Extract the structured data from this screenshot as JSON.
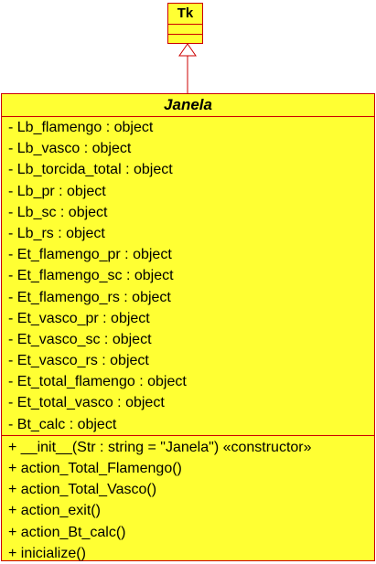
{
  "parent_class": {
    "name": "Tk"
  },
  "class": {
    "name": "Janela",
    "attributes": [
      "- Lb_flamengo : object",
      "- Lb_vasco : object",
      "- Lb_torcida_total : object",
      "- Lb_pr : object",
      "- Lb_sc : object",
      "- Lb_rs : object",
      "- Et_flamengo_pr : object",
      "- Et_flamengo_sc : object",
      "- Et_flamengo_rs : object",
      "- Et_vasco_pr : object",
      "- Et_vasco_sc : object",
      "- Et_vasco_rs : object",
      "- Et_total_flamengo : object",
      "- Et_total_vasco : object",
      "- Bt_calc : object"
    ],
    "operations": [
      "+ __init__(Str : string = \"Janela\") «constructor»",
      "+ action_Total_Flamengo()",
      "+ action_Total_Vasco()",
      "+ action_exit()",
      "+ action_Bt_calc()",
      "+ inicialize()"
    ]
  },
  "colors": {
    "fill": "#ffff33",
    "border": "#cc0000"
  }
}
